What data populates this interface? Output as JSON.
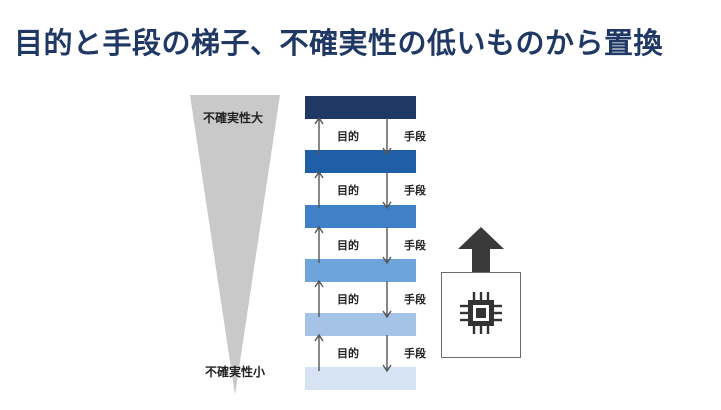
{
  "title": "目的と手段の梯子、不確実性の低いものから置換",
  "uncertainty": {
    "high_label": "不確実性大",
    "low_label": "不確実性小"
  },
  "ladder": {
    "levels": [
      {
        "color": "#1f3864"
      },
      {
        "color": "#1f5fa8"
      },
      {
        "color": "#3f80c6"
      },
      {
        "color": "#6ea4dc"
      },
      {
        "color": "#a4c3e6"
      },
      {
        "color": "#d5e3f3"
      }
    ],
    "links": [
      {
        "purpose": "目的",
        "means": "手段"
      },
      {
        "purpose": "目的",
        "means": "手段"
      },
      {
        "purpose": "目的",
        "means": "手段"
      },
      {
        "purpose": "目的",
        "means": "手段"
      },
      {
        "purpose": "目的",
        "means": "手段"
      }
    ]
  },
  "replacement": {
    "icon": "chip-icon",
    "arrow_icon": "up-arrow-icon"
  }
}
